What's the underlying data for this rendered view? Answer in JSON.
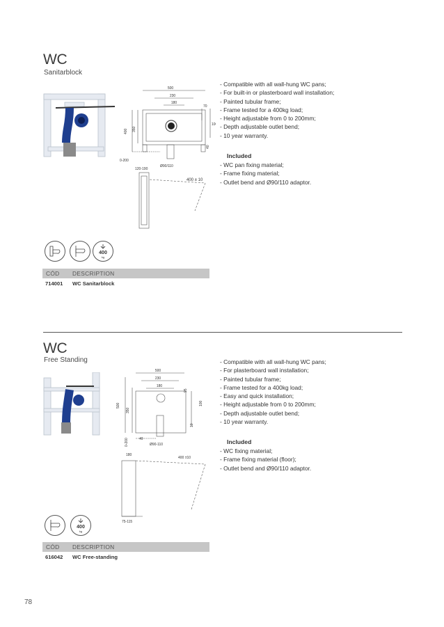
{
  "section1": {
    "title": "WC",
    "subtitle": "Sanitarblock",
    "features": [
      "- Compatible with all wall-hung WC pans;",
      "- For built-in or plasterboard wall installation;",
      "- Painted tubular frame;",
      "- Frame tested for a 400kg load;",
      "- Height adjustable from 0 to 200mm;",
      "- Depth adjustable outlet bend;",
      "- 10 year warranty."
    ],
    "included_title": "Included",
    "included": [
      "- WC pan fixing material;",
      "- Frame fixing material;",
      "- Outlet bend and Ø90/110 adaptor."
    ],
    "dims": {
      "d500": "500",
      "d230": "230",
      "d180": "180",
      "d70": "70",
      "d100": "100",
      "d400": "400",
      "d350": "350",
      "d0_200": "0-200",
      "d120_190": "120-190",
      "d90_110": "Ø90/110",
      "d400_10": "400 ± 10",
      "d40": "40"
    },
    "load": {
      "value": "400",
      "unit": "kg"
    },
    "table": {
      "col1": "CÓD",
      "col2": "DESCRIPTION",
      "rows": [
        {
          "code": "714001",
          "description": "WC Sanitarblock"
        }
      ]
    }
  },
  "section2": {
    "title": "WC",
    "subtitle": "Free Standing",
    "features": [
      "- Compatible with all wall-hung WC pans;",
      "- For plasterboard wall installation;",
      "- Painted tubular frame;",
      "- Frame tested for a 400kg load;",
      "- Easy and quick installation;",
      "- Height adjustable from 0 to 200mm;",
      "- Depth adjustable outlet bend;",
      "- 10 year warranty."
    ],
    "included_title": "Included",
    "included": [
      "- WC fixing material;",
      "- Frame fixing material (floor);",
      "- Outlet bend and Ø90/110 adaptor."
    ],
    "dims": {
      "d500": "500",
      "d230": "230",
      "d180": "180",
      "d95": "95",
      "d100": "100",
      "d500v": "500",
      "d350": "350",
      "d0_200": "0-200",
      "d40": "40",
      "d90_110": "Ø90-110",
      "d180b": "180",
      "d400_10": "400 ±10",
      "d75_115": "75-115",
      "d10": "10"
    },
    "load": {
      "value": "400",
      "unit": "kg"
    },
    "table": {
      "col1": "CÓD",
      "col2": "DESCRIPTION",
      "rows": [
        {
          "code": "616042",
          "description": "WC Free-standing"
        }
      ]
    }
  },
  "page_number": "78",
  "colors": {
    "frame": "#dfe4ec",
    "bend": "#1f3f8f",
    "pipe": "#8a8a8a",
    "table_header": "#c6c6c6"
  }
}
